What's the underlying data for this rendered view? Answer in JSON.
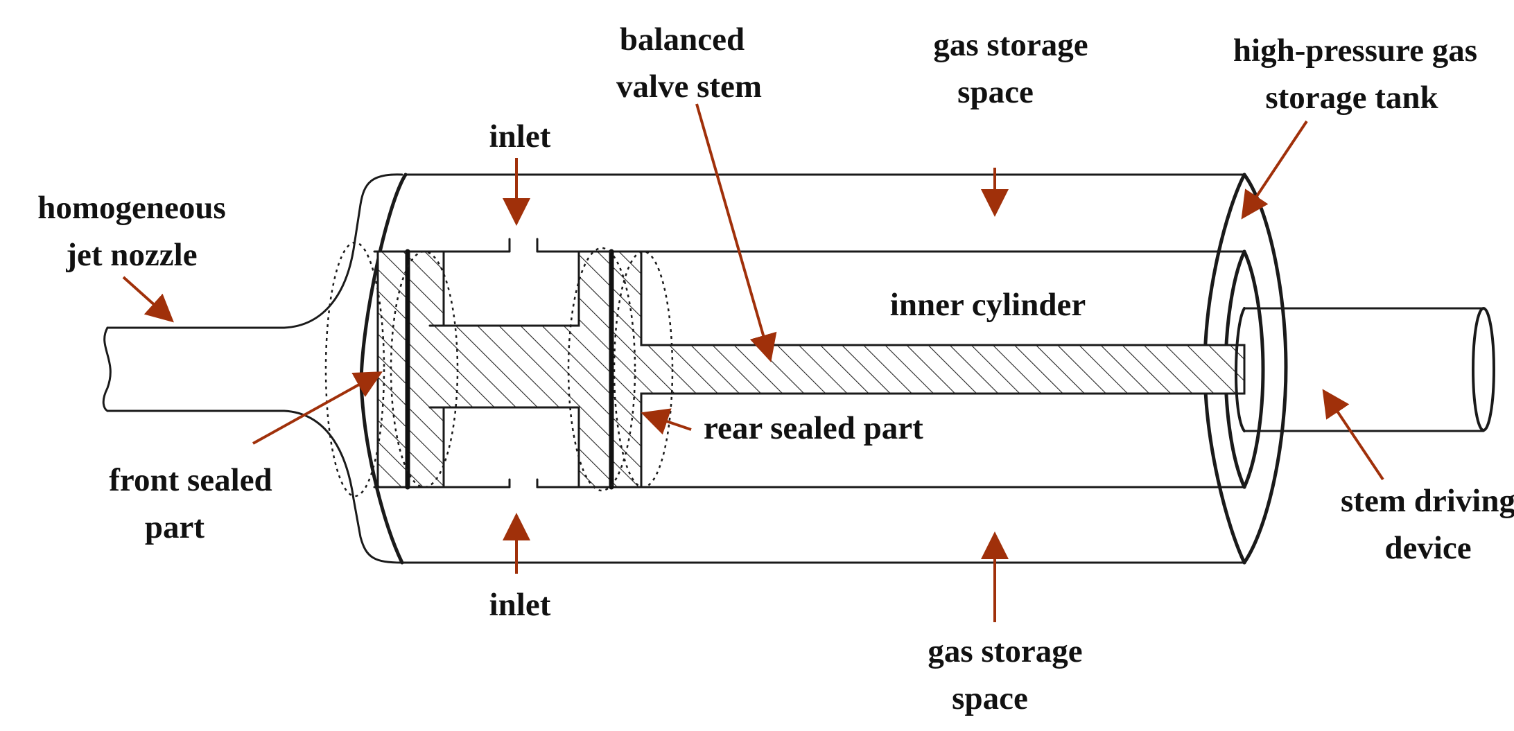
{
  "labels": {
    "homogeneous_jet_nozzle": [
      "homogeneous",
      "jet nozzle"
    ],
    "front_sealed_part": [
      "front sealed",
      "part"
    ],
    "inlet_top": "inlet",
    "inlet_bottom": "inlet",
    "balanced_valve_stem": [
      "balanced",
      "valve stem"
    ],
    "gas_storage_space_top": [
      "gas storage",
      "space"
    ],
    "gas_storage_space_bottom": [
      "gas storage",
      "space"
    ],
    "high_pressure_gas_storage_tank": [
      "high-pressure gas",
      "storage tank"
    ],
    "inner_cylinder": "inner cylinder",
    "rear_sealed_part": "rear sealed part",
    "stem_driving_device": [
      "stem driving",
      "device"
    ]
  },
  "colors": {
    "arrow": "#a0300a",
    "line": "#1a1a1a",
    "text": "#111111"
  }
}
